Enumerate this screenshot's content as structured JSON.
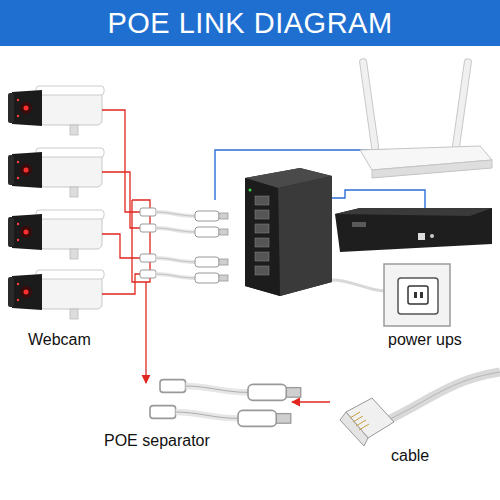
{
  "diagram": {
    "title": "POE LINK DIAGRAM",
    "labels": [
      "Webcam",
      "power ups",
      "POE separator",
      "cable"
    ]
  }
}
